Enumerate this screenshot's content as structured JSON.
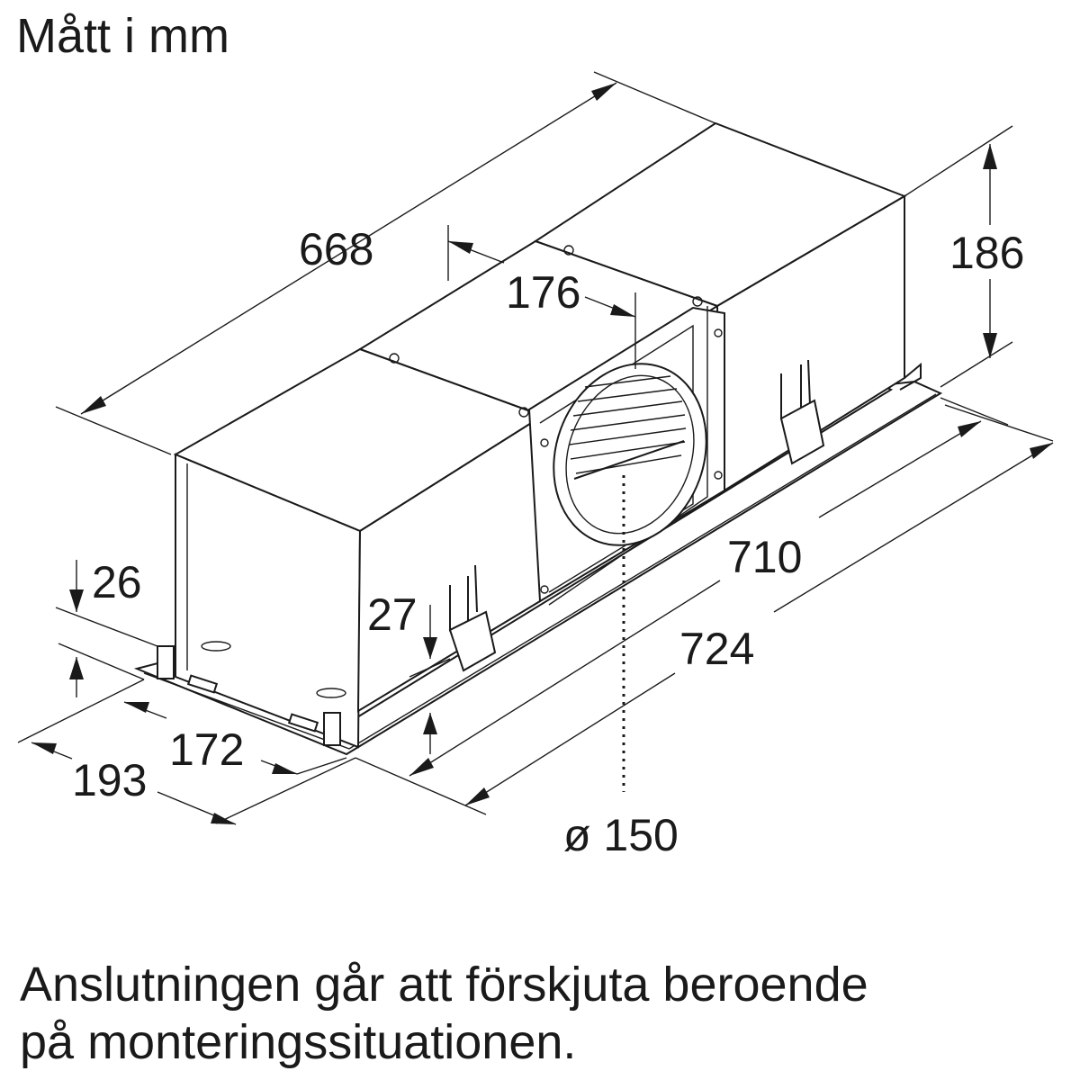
{
  "title": "Mått i mm",
  "note": {
    "line1": "Anslutningen går att förskjuta beroende",
    "line2": "på monteringssituationen."
  },
  "dimensions": {
    "length_top": "668",
    "outlet_offset": "176",
    "height": "186",
    "flange_length": "710",
    "total_length": "724",
    "depth_inner": "172",
    "depth_outer": "193",
    "flange_height_left": "26",
    "flange_height_mid": "27",
    "outlet_diameter": "ø 150"
  }
}
